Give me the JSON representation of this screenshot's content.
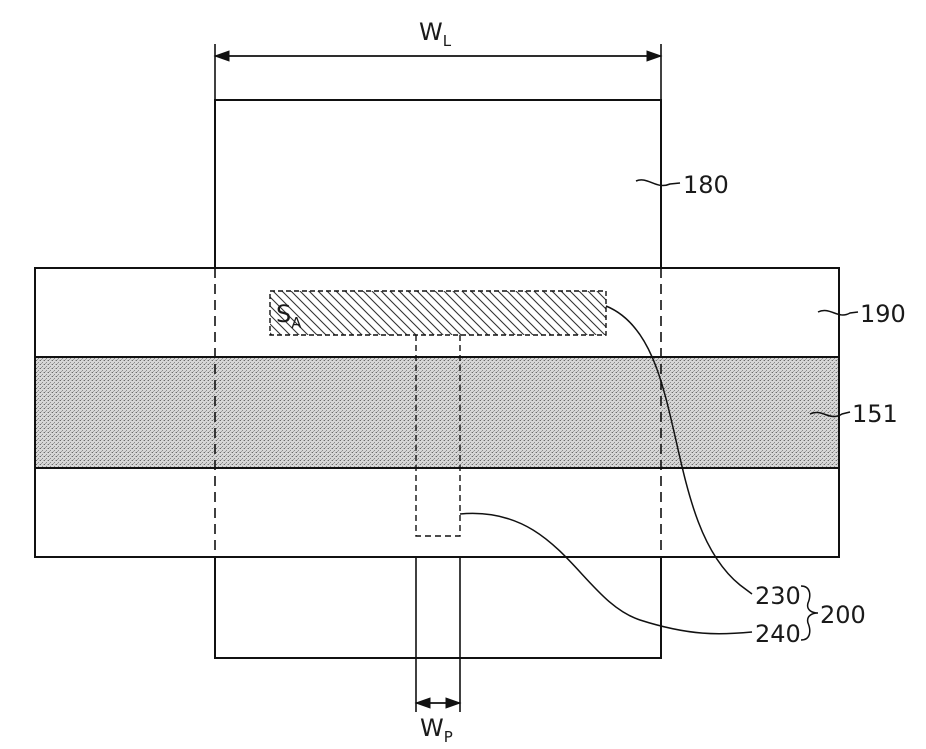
{
  "figure": {
    "dimension_top": {
      "main": "W",
      "sub": "L"
    },
    "dimension_bottom": {
      "main": "W",
      "sub": "P"
    },
    "region_label": {
      "main": "S",
      "sub": "A"
    },
    "refs": {
      "r180": "180",
      "r190": "190",
      "r151": "151",
      "r230": "230",
      "r240": "240",
      "r200": "200"
    }
  }
}
